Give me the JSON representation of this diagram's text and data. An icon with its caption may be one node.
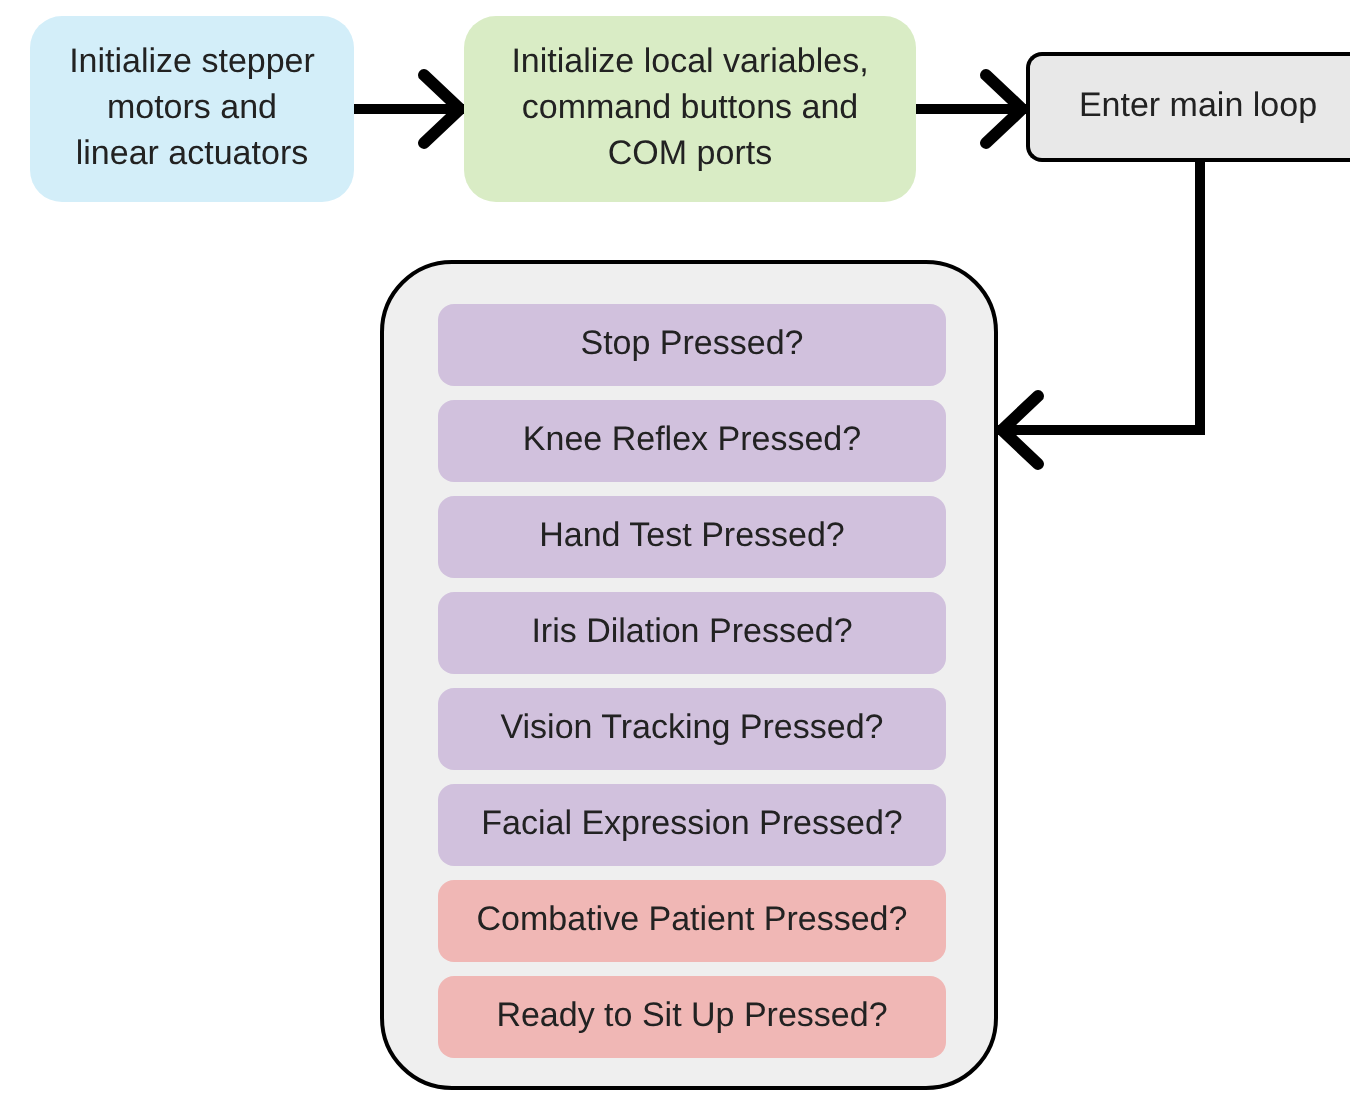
{
  "diagram": {
    "nodes": [
      {
        "text": [
          "Initialize stepper motors and linear actuators"
        ]
      },
      {
        "text": [
          "Initialize local variables, command buttons and COM ports"
        ]
      },
      {
        "text": [
          "Enter main loop"
        ]
      },
      {
        "text": [],
        "shape": "box"
      },
      {
        "text": [
          "Stop Pressed?"
        ],
        "in": 3
      },
      {
        "text": [
          "Knee Reflex Pressed?"
        ],
        "in": 3
      },
      {
        "text": [
          "Hand Test Pressed?"
        ],
        "in": 3
      },
      {
        "text": [
          "Iris Dilation Pressed?"
        ],
        "in": 3
      },
      {
        "text": [
          "Vision Tracking Pressed?"
        ],
        "in": 3
      },
      {
        "text": [
          "Facial Expression Pressed?"
        ],
        "in": 3
      },
      {
        "text": [
          "Combative Patient Pressed?"
        ],
        "in": 3
      },
      {
        "text": [
          "Ready to Sit Up Pressed?"
        ],
        "in": 3
      }
    ],
    "edges": [
      {
        "from": 0,
        "to": 1,
        "arrow": "to"
      },
      {
        "from": 1,
        "to": 2,
        "arrow": "to"
      },
      {
        "from": 2,
        "to": 3,
        "arrow": "to"
      }
    ]
  }
}
